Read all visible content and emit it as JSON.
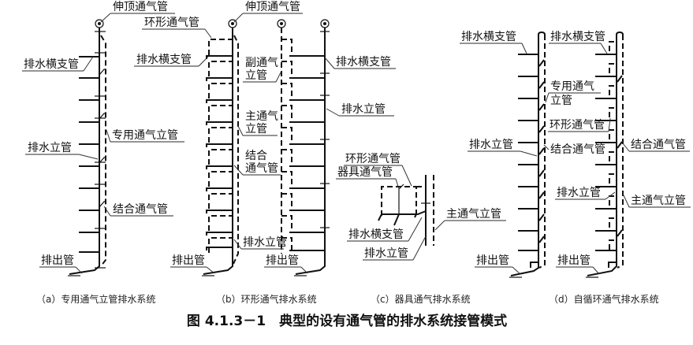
{
  "figure": {
    "title": "图 4.1.3－1　典型的设有通气管的排水系统接管模式"
  },
  "panels": [
    {
      "id": "a",
      "caption": "（a）专用通气立管排水系统",
      "labels": [
        "伸顶通气管",
        "排水横支管",
        "专用通气立管",
        "排水立管",
        "结合通气管",
        "排出管"
      ]
    },
    {
      "id": "b",
      "caption": "（b）环形通气排水系统",
      "labels": [
        "伸顶通气管",
        "环形通气管",
        "排水横支管",
        "副通气",
        "立管",
        "主通气",
        "立管",
        "结合",
        "通气管",
        "排水立管",
        "排出管",
        "排水横支管",
        "排水立管",
        "排出管"
      ]
    },
    {
      "id": "c",
      "caption": "（c）器具通气排水系统",
      "labels": [
        "环形通气管",
        "器具通气管",
        "主通气立管",
        "排水横支管",
        "排水立管"
      ]
    },
    {
      "id": "d",
      "caption": "（d）自循环通气排水系统",
      "labels": [
        "排水横支管",
        "排水横支管",
        "专用通气",
        "立管",
        "环形通气管",
        "结合通气管",
        "排水立管",
        "结合通气管",
        "排水立管",
        "主通气立管",
        "排出管",
        "排出管"
      ]
    }
  ]
}
